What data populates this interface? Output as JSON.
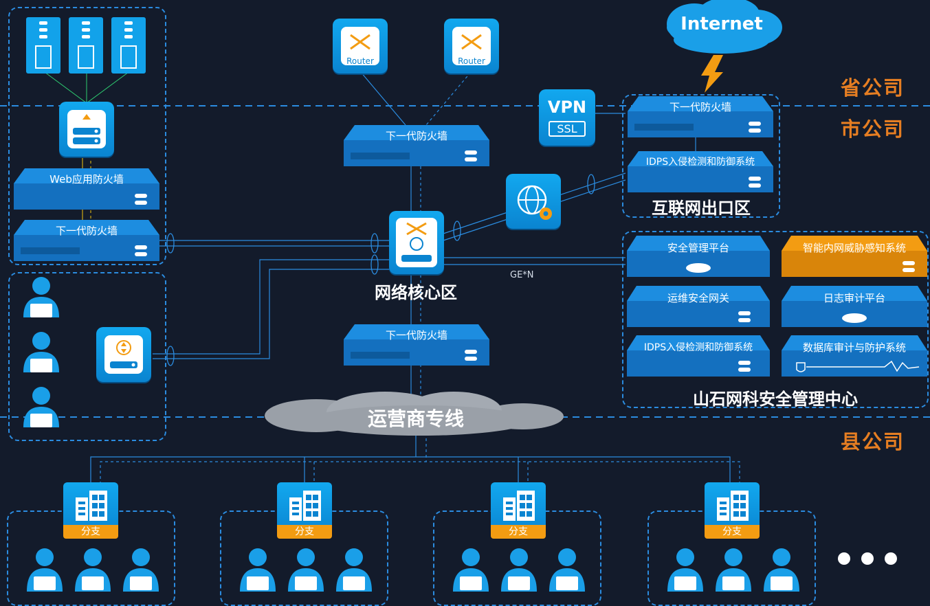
{
  "layers": {
    "province": "省公司",
    "city": "市公司",
    "county": "县公司"
  },
  "internet": {
    "label": "Internet"
  },
  "routers": [
    {
      "label": "Router"
    },
    {
      "label": "Router"
    }
  ],
  "vpn": {
    "top": "VPN",
    "bottom": "SSL"
  },
  "datacenter": {
    "waf_label": "Web应用防火墙",
    "ngfw_label": "下一代防火墙"
  },
  "core": {
    "title": "网络核心区",
    "top_fw_label": "下一代防火墙",
    "bottom_fw_label": "下一代防火墙",
    "link_label": "GE*N"
  },
  "internet_exit": {
    "title": "互联网出口区",
    "fw_label": "下一代防火墙",
    "ips_label": "IDPS入侵检测和防御系统"
  },
  "soc": {
    "title": "山石网科安全管理中心",
    "devices": [
      {
        "label": "安全管理平台"
      },
      {
        "label": "智能内网威胁感知系统"
      },
      {
        "label": "运维安全网关"
      },
      {
        "label": "日志审计平台"
      },
      {
        "label": "IDPS入侵检测和防御系统"
      },
      {
        "label": "数据库审计与防护系统"
      }
    ]
  },
  "carrier": {
    "label": "运营商专线"
  },
  "branches": [
    {
      "label": "分支"
    },
    {
      "label": "分支"
    },
    {
      "label": "分支"
    },
    {
      "label": "分支"
    }
  ],
  "colors": {
    "background": "#131b2b",
    "device_blue": "#1f8fe0",
    "accent_orange": "#e67e22",
    "dashed_line": "#2b8ce0"
  }
}
